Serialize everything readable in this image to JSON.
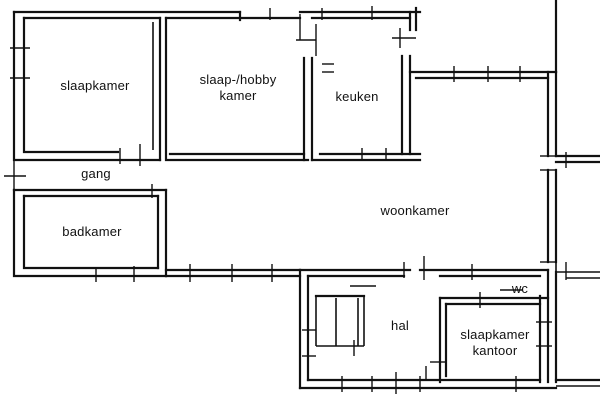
{
  "rooms": {
    "slaapkamer": "slaapkamer",
    "slaap_hobby": "slaap-/hobby\nkamer",
    "keuken": "keuken",
    "gang": "gang",
    "woonkamer": "woonkamer",
    "badkamer": "badkamer",
    "wc": "wc",
    "hal": "hal",
    "slaapkamer_kantoor": "slaapkamer\nkantoor"
  },
  "style": {
    "line_color": "#111111",
    "background": "#ffffff"
  }
}
